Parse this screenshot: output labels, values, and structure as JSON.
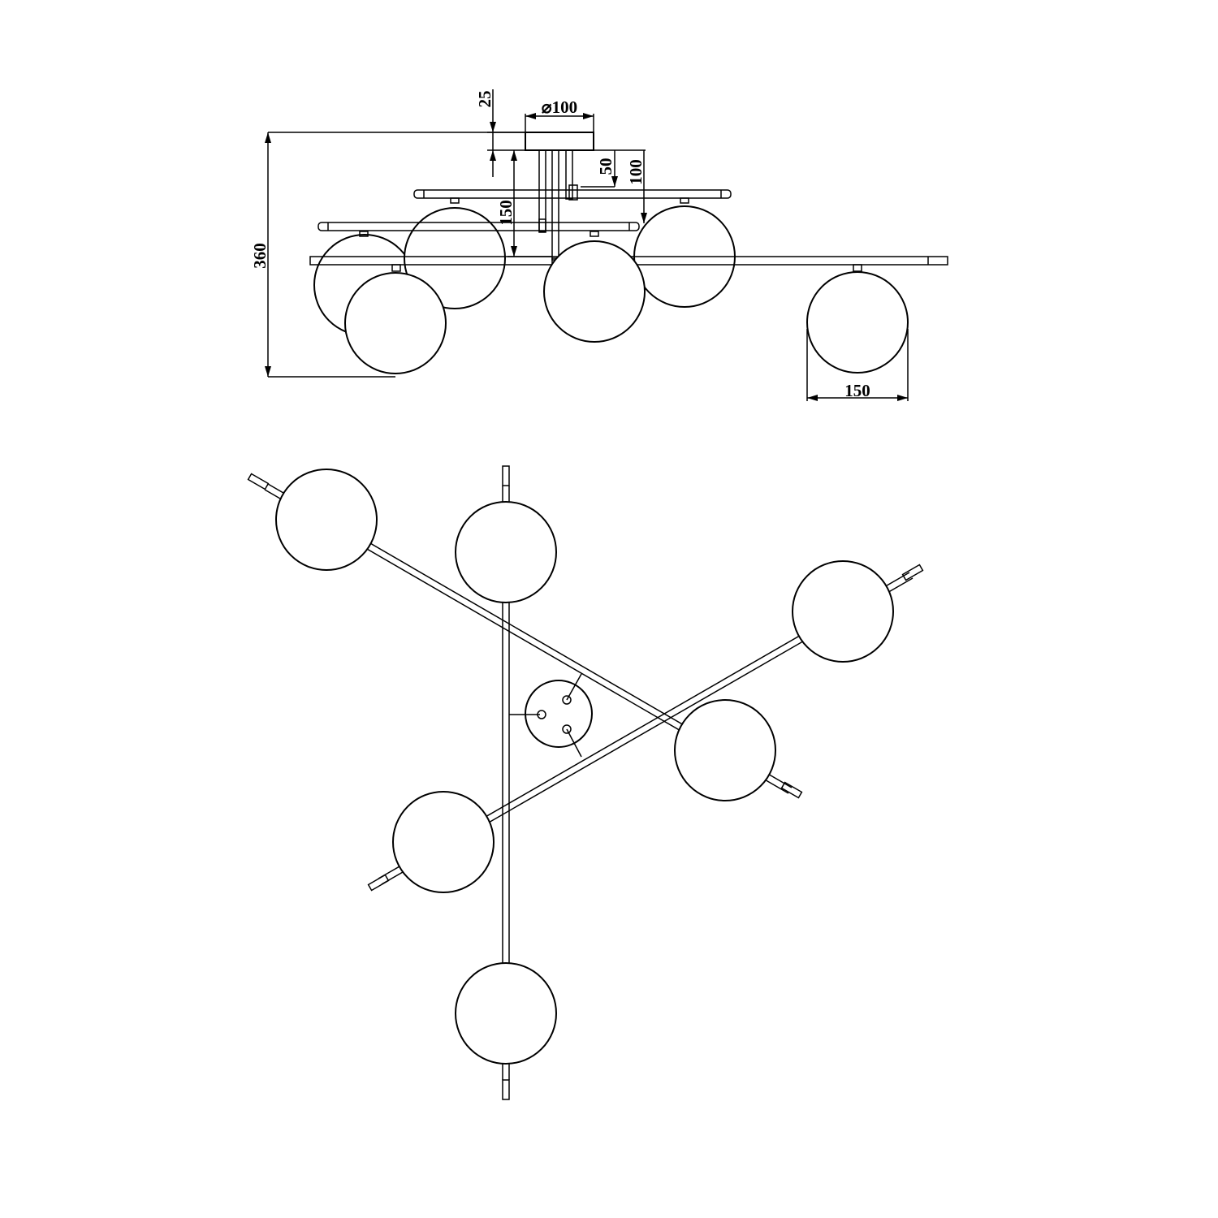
{
  "side_view": {
    "canopy_diameter": "⌀100",
    "canopy_height": "25",
    "stem_offset": "50",
    "stem_length": "100",
    "drop": "150",
    "total_height": "360",
    "globe_diameter": "150"
  },
  "colors": {
    "line": "#000000",
    "background": "#ffffff"
  }
}
